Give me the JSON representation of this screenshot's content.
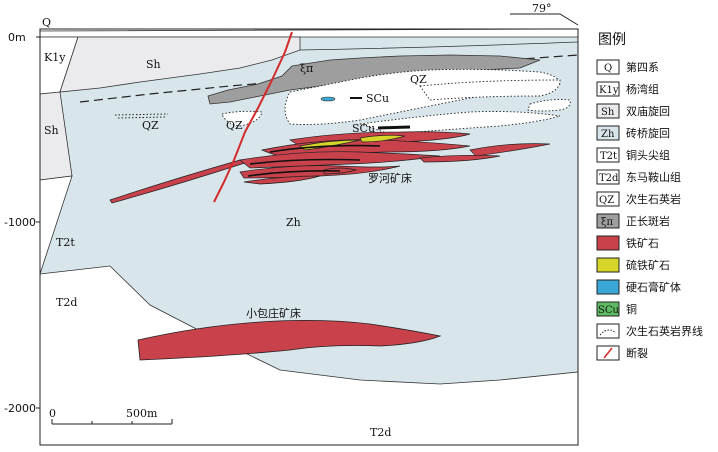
{
  "orientation_label": "79°",
  "depth_labels": [
    "0m",
    "-1000",
    "-2000"
  ],
  "scale_bar": {
    "start": "0",
    "end": "500m"
  },
  "section_labels": {
    "Q": "Q",
    "K1y": "K1y",
    "Sh_top": "Sh",
    "Sh_left": "Sh",
    "T2t": "T2t",
    "T2d_left": "T2d",
    "T2d_bottom": "T2d",
    "Zh": "Zh",
    "QZ_left": "QZ",
    "QZ_mid": "QZ",
    "QZ_right": "QZ",
    "xi_pi": "ξπ",
    "SCu_upper": "SCu",
    "SCu_lower": "SCu",
    "luohe": "罗河矿床",
    "xiaobaozhuang": "小包庄矿床"
  },
  "legend": {
    "title": "图例",
    "items": [
      {
        "symbol": "Q",
        "label": "第四系",
        "fill": "#ffffff"
      },
      {
        "symbol": "K1y",
        "label": "杨湾组",
        "fill": "#ffffff"
      },
      {
        "symbol": "Sh",
        "label": "双庙旋回",
        "fill": "#ebebee"
      },
      {
        "symbol": "Zh",
        "label": "砖桥旋回",
        "fill": "#d8e6ec"
      },
      {
        "symbol": "T2t",
        "label": "铜头尖组",
        "fill": "#ffffff"
      },
      {
        "symbol": "T2d",
        "label": "东马鞍山组",
        "fill": "#ffffff"
      },
      {
        "symbol": "QZ",
        "label": "次生石英岩",
        "fill": "#ffffff"
      },
      {
        "symbol": "ξπ",
        "label": "正长斑岩",
        "fill": "#9e9e9e"
      },
      {
        "symbol": "",
        "label": "铁矿石",
        "fill": "#c8414b"
      },
      {
        "symbol": "",
        "label": "硫铁矿石",
        "fill": "#d6d62a"
      },
      {
        "symbol": "",
        "label": "硬石膏矿体",
        "fill": "#3aa7d6"
      },
      {
        "symbol": "SCu",
        "label": "铜",
        "fill": "#5dbb63"
      },
      {
        "symbol": "",
        "label": "次生石英岩界线",
        "fill": "#ffffff"
      },
      {
        "symbol": "",
        "label": "断裂",
        "fill": "#ffffff"
      }
    ]
  },
  "colors": {
    "zh": "#d8e6ec",
    "sh": "#ebebee",
    "syenite": "#9e9e9e",
    "iron_ore": "#c8414b",
    "pyrite": "#d6d62a",
    "anhydrite": "#3aa7d6",
    "copper": "#5dbb63",
    "fault": "#d42a2a"
  }
}
